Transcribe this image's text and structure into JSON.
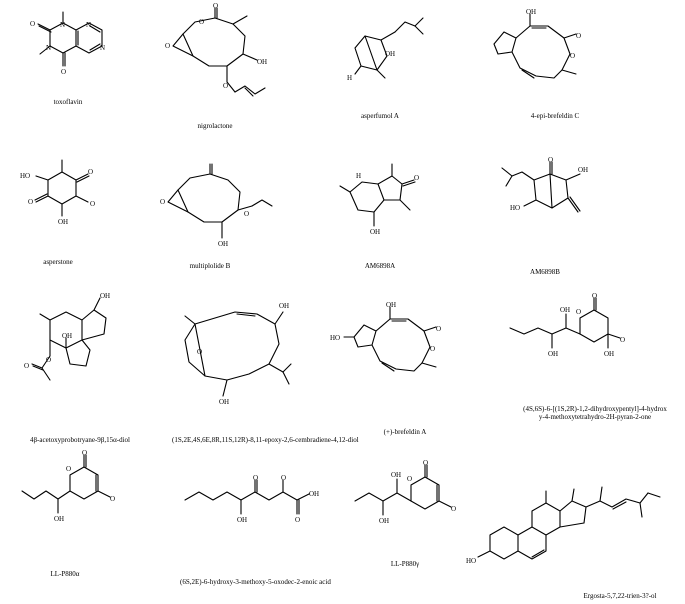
{
  "compounds": [
    {
      "name": "toxoflavin"
    },
    {
      "name": "nigrolactone"
    },
    {
      "name": "asperfumol A"
    },
    {
      "name": "4-epi-brefeldin C"
    },
    {
      "name": "asperstone"
    },
    {
      "name": "multiplolide B"
    },
    {
      "name": "AM6898A"
    },
    {
      "name": "AM6898B"
    },
    {
      "name": "4β-acetoxyprobotryane-9β,15α-diol"
    },
    {
      "name": "(1S,2E,4S,6E,8R,11S,12R)-8,11-epoxy-2,6-cembradiene-4,12-diol"
    },
    {
      "name": "(+)-brefeldin A"
    },
    {
      "name": "(4S,6S)-6-[(1S,2R)-1,2-dihydroxypentyl]-4-hydrox",
      "name2": "y-4-methoxytetrahydro-2H-pyran-2-one"
    },
    {
      "name": "LL-P880α"
    },
    {
      "name": "(6S,2E)-6-hydroxy-3-methoxy-5-oxodec-2-enoic acid"
    },
    {
      "name": "LL-P880γ"
    },
    {
      "name": "Ergosta-5,7,22-trien-3?-ol"
    }
  ],
  "atoms": {
    "O": "O",
    "N": "N",
    "OH": "OH",
    "HO": "HO",
    "H": "H"
  }
}
